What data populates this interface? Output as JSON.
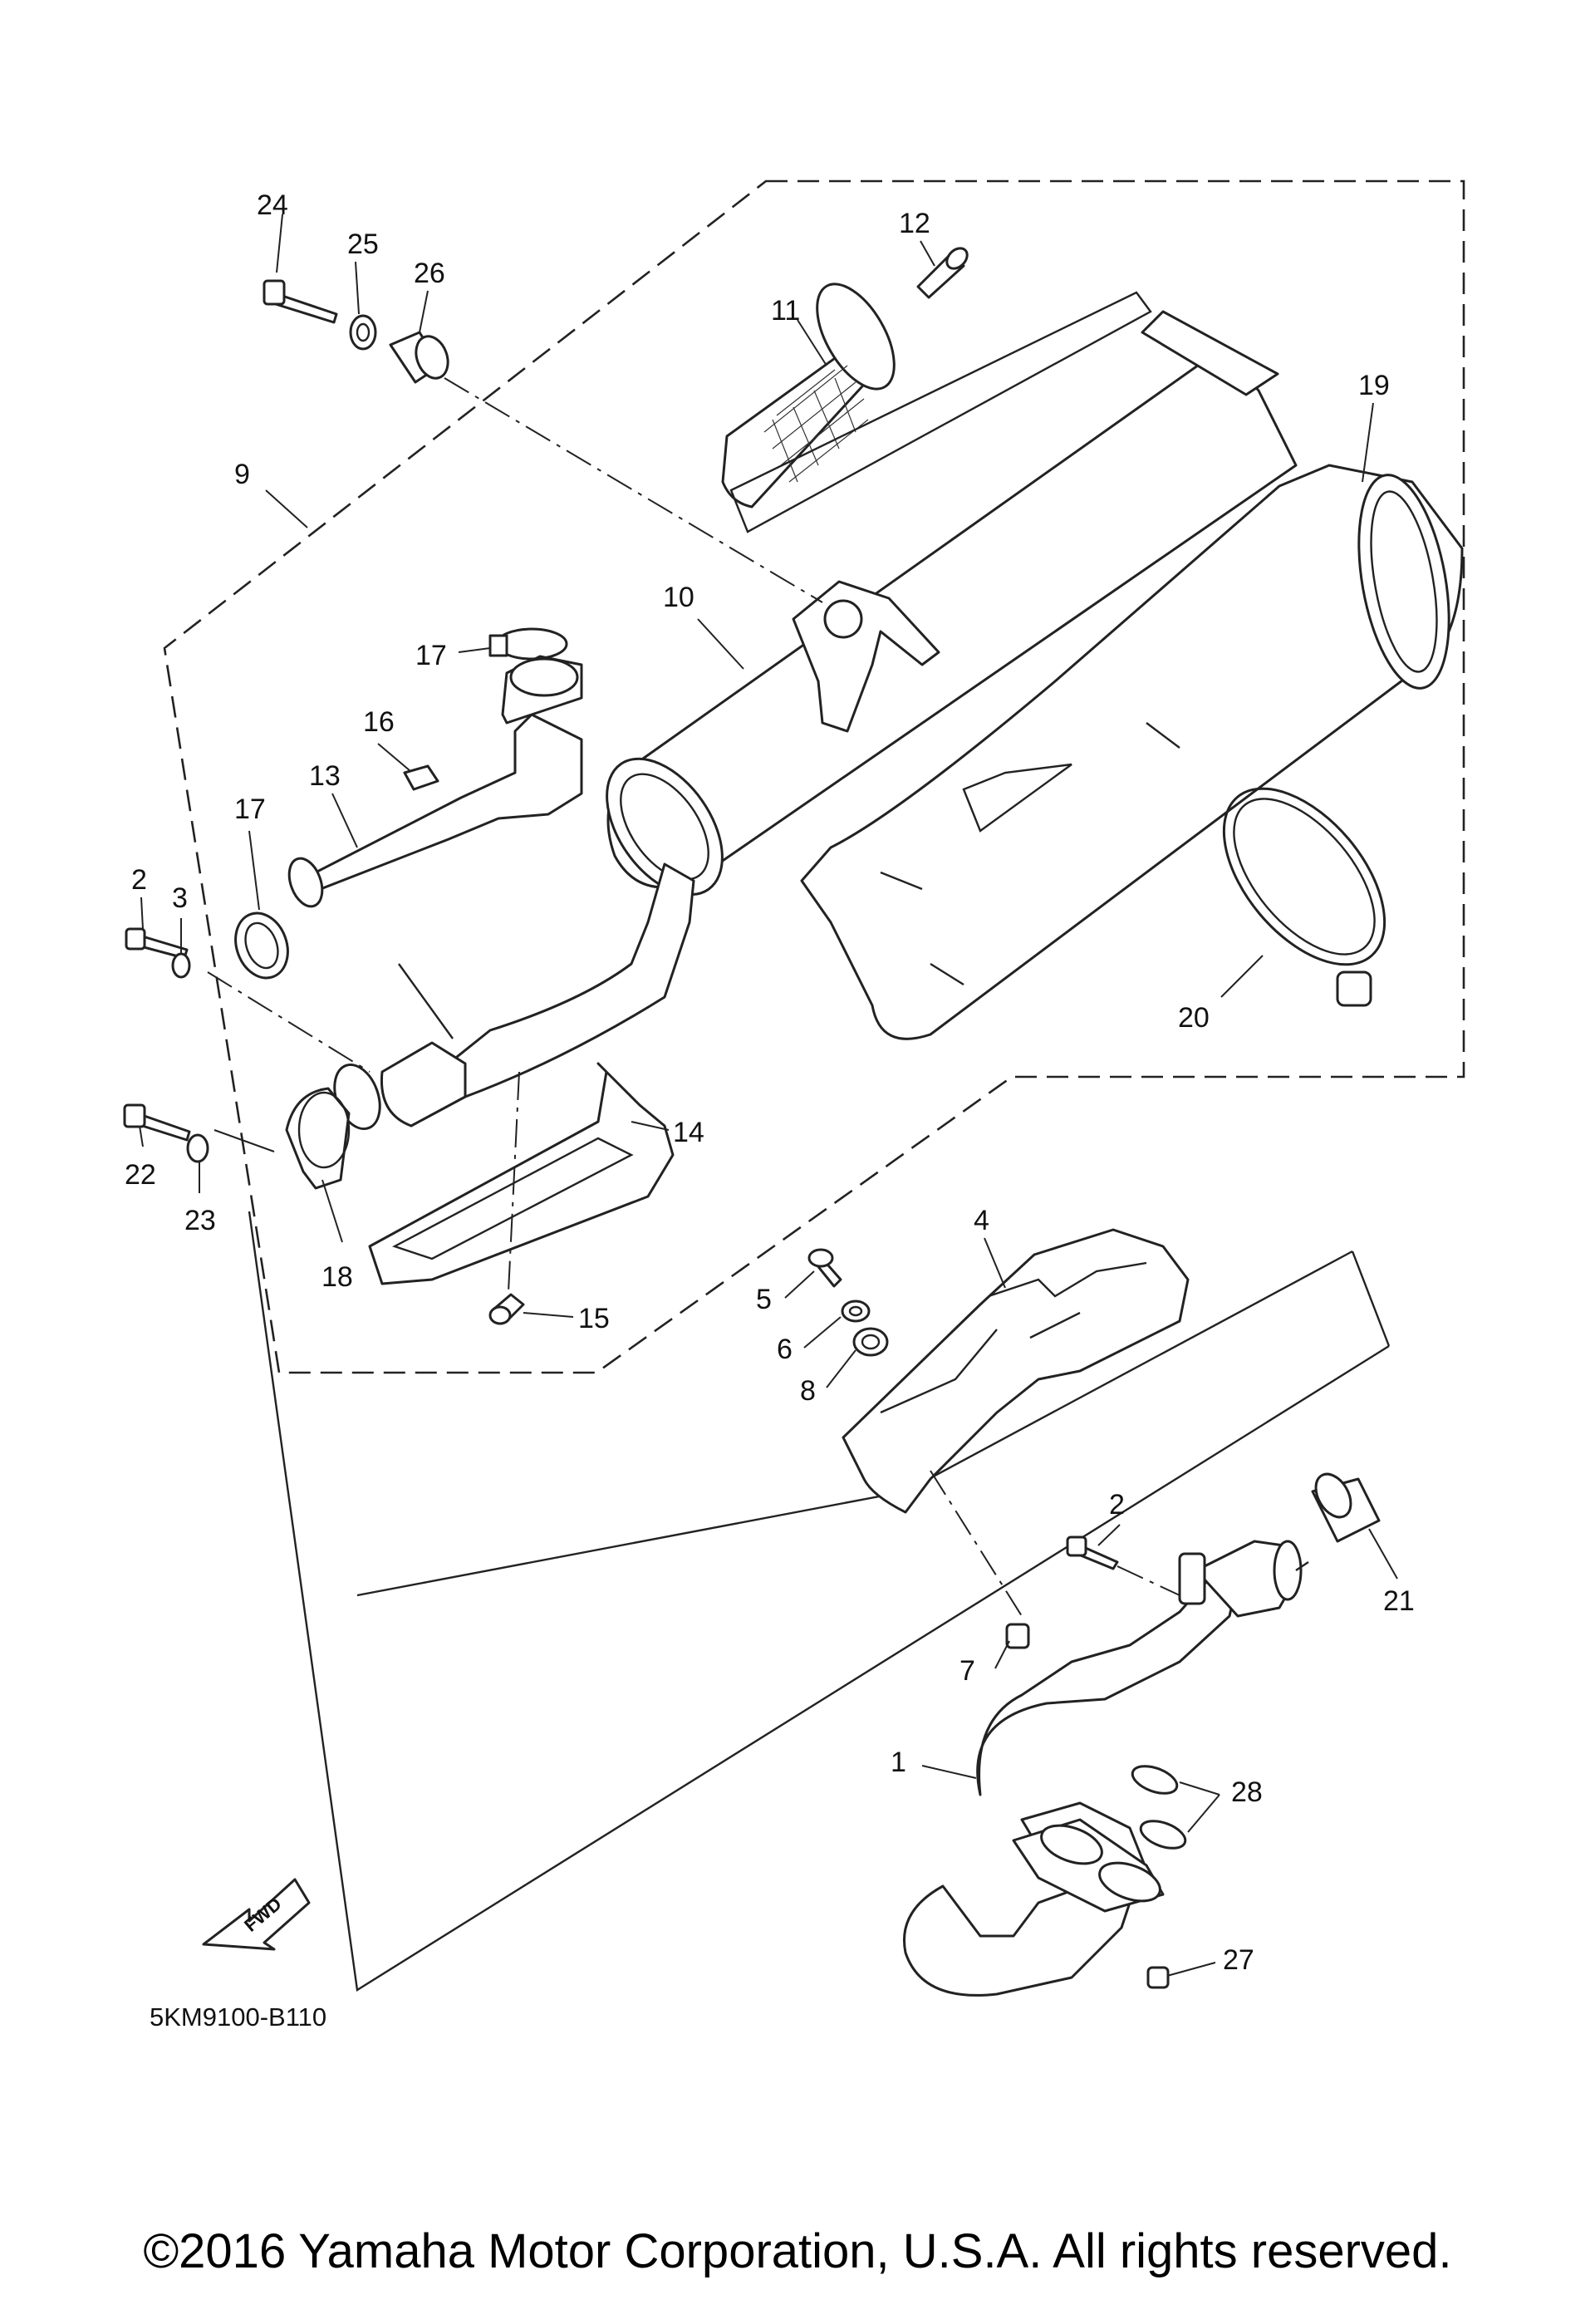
{
  "diagram": {
    "code": "5KM9100-B110",
    "fwd_label": "FWD",
    "callouts": [
      {
        "id": "c1",
        "text": "1"
      },
      {
        "id": "c2a",
        "text": "2"
      },
      {
        "id": "c2b",
        "text": "2"
      },
      {
        "id": "c3",
        "text": "3"
      },
      {
        "id": "c4",
        "text": "4"
      },
      {
        "id": "c5",
        "text": "5"
      },
      {
        "id": "c6",
        "text": "6"
      },
      {
        "id": "c7",
        "text": "7"
      },
      {
        "id": "c8",
        "text": "8"
      },
      {
        "id": "c9",
        "text": "9"
      },
      {
        "id": "c10",
        "text": "10"
      },
      {
        "id": "c11",
        "text": "11"
      },
      {
        "id": "c12",
        "text": "12"
      },
      {
        "id": "c13",
        "text": "13"
      },
      {
        "id": "c14",
        "text": "14"
      },
      {
        "id": "c15",
        "text": "15"
      },
      {
        "id": "c16",
        "text": "16"
      },
      {
        "id": "c17a",
        "text": "17"
      },
      {
        "id": "c17b",
        "text": "17"
      },
      {
        "id": "c18",
        "text": "18"
      },
      {
        "id": "c19",
        "text": "19"
      },
      {
        "id": "c20",
        "text": "20"
      },
      {
        "id": "c21",
        "text": "21"
      },
      {
        "id": "c22",
        "text": "22"
      },
      {
        "id": "c23",
        "text": "23"
      },
      {
        "id": "c24",
        "text": "24"
      },
      {
        "id": "c25",
        "text": "25"
      },
      {
        "id": "c26",
        "text": "26"
      },
      {
        "id": "c27",
        "text": "27"
      },
      {
        "id": "c28",
        "text": "28"
      }
    ]
  },
  "footer": {
    "copyright": "©2016 Yamaha Motor Corporation, U.S.A. All rights reserved."
  }
}
